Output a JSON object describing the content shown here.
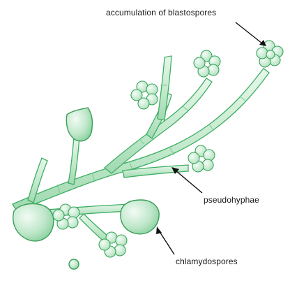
{
  "labels": {
    "accumulation": "accumulation of blastospores",
    "pseudohyphae": "pseudohyphae",
    "chlamydospores": "chlamydospores"
  },
  "colors": {
    "hypha_fill": "#c9ecd2",
    "hypha_stroke": "#3fae63",
    "chlamy_fill": "#b5e3c2",
    "blasto_fill": "#d7f2de",
    "leader": "#111111",
    "background": "#ffffff"
  }
}
